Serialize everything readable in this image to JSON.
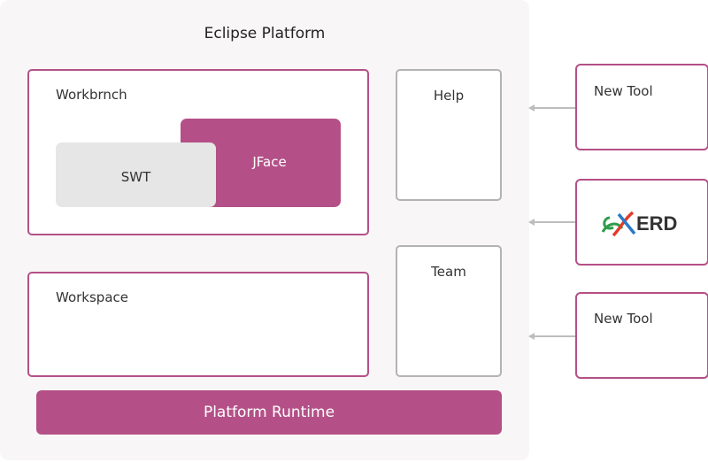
{
  "diagram": {
    "title": "Eclipse Platform",
    "workbench_label": "Workbrnch",
    "jface_label": "JFace",
    "swt_label": "SWT",
    "workspace_label": "Workspace",
    "help_label": "Help",
    "team_label": "Team",
    "runtime_label": "Platform Runtime",
    "tools": [
      {
        "label": "New Tool"
      },
      {
        "label": "ERD",
        "logo_text": "eXERD"
      },
      {
        "label": "New Tool"
      }
    ]
  },
  "colors": {
    "accent": "#b45087",
    "gray_border": "#b3b3b3",
    "swt_fill": "#e6e6e6",
    "background": "#f8f6f7",
    "arrow": "#bdbdbd"
  }
}
